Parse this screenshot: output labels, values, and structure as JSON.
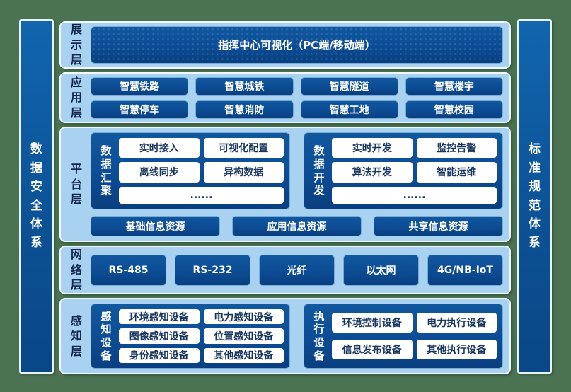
{
  "colors": {
    "background_green": "#4b7351",
    "panel_light_blue": "#a9d2f1",
    "box_dark_blue": "#0c4c94",
    "inner_box_white": "#ffffff",
    "label_navy": "#12264c"
  },
  "side_bars": {
    "left": {
      "label": "数据安全体系"
    },
    "right": {
      "label": "标准规范体系"
    }
  },
  "layers": {
    "display": {
      "label": "展示层",
      "box": "指挥中心可视化（PC端/移动端）"
    },
    "application": {
      "label": "应用层",
      "items": [
        "智慧铁路",
        "智慧城铁",
        "智慧隧道",
        "智慧楼宇",
        "智慧停车",
        "智慧消防",
        "智慧工地",
        "智慧校园"
      ]
    },
    "platform": {
      "label": "平台层",
      "groups": [
        {
          "title": "数据汇聚",
          "items": [
            "实时接入",
            "可视化配置",
            "离线同步",
            "异构数据"
          ],
          "more": "......"
        },
        {
          "title": "数据开发",
          "items": [
            "实时开发",
            "监控告警",
            "算法开发",
            "智能运维"
          ],
          "more": "......"
        }
      ],
      "resources": [
        "基础信息资源",
        "应用信息资源",
        "共享信息资源"
      ]
    },
    "network": {
      "label": "网络层",
      "items": [
        "RS-485",
        "RS-232",
        "光纤",
        "以太网",
        "4G/NB-IoT"
      ]
    },
    "perception": {
      "label": "感知层",
      "groups": [
        {
          "title": "感知设备",
          "items": [
            "环境感知设备",
            "电力感知设备",
            "图像感知设备",
            "位置感知设备",
            "身份感知设备",
            "其他感知设备"
          ]
        },
        {
          "title": "执行设备",
          "items": [
            "环境控制设备",
            "电力执行设备",
            "信息发布设备",
            "其他执行设备"
          ]
        }
      ]
    }
  }
}
